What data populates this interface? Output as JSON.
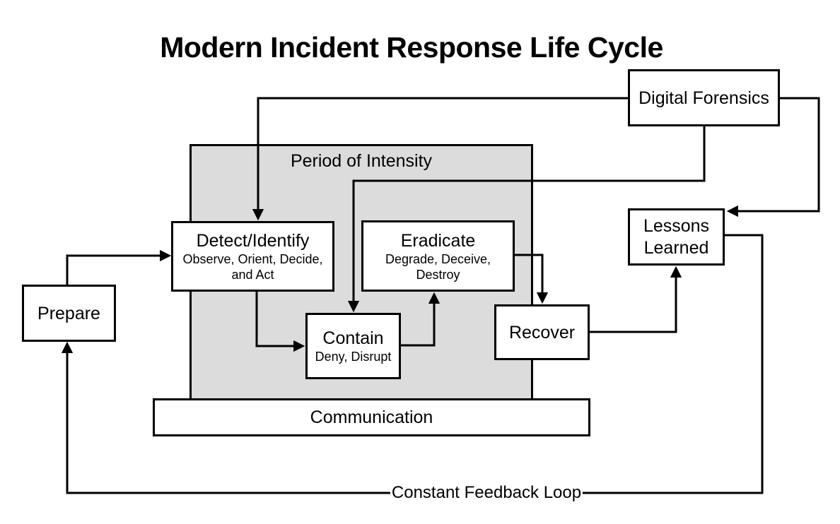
{
  "title": "Modern Incident Response Life Cycle",
  "colors": {
    "background": "#ffffff",
    "box_fill": "#ffffff",
    "intensity_zone_fill": "#dcdcdc",
    "line": "#000000",
    "text": "#000000"
  },
  "nodes": {
    "digital_forensics": {
      "label": "Digital Forensics"
    },
    "period_of_intensity": {
      "label": "Period of Intensity"
    },
    "detect": {
      "label": "Detect/Identify",
      "sub_line1": "Observe, Orient, Decide,",
      "sub_line2": "and Act"
    },
    "eradicate": {
      "label": "Eradicate",
      "sub_line1": "Degrade, Deceive,",
      "sub_line2": "Destroy"
    },
    "contain": {
      "label": "Contain",
      "sub_line1": "Deny, Disrupt"
    },
    "recover": {
      "label": "Recover"
    },
    "lessons_learned": {
      "line1": "Lessons",
      "line2": "Learned"
    },
    "prepare": {
      "label": "Prepare"
    },
    "communication": {
      "label": "Communication"
    }
  },
  "annotations": {
    "feedback_label": "Constant Feedback Loop"
  },
  "edges": [
    "Digital Forensics -> Detect/Identify",
    "Digital Forensics -> Contain",
    "Digital Forensics -> Lessons Learned",
    "Prepare -> Detect/Identify",
    "Detect/Identify -> Contain",
    "Contain -> Eradicate",
    "Eradicate -> Recover",
    "Recover -> Lessons Learned",
    "Lessons Learned -> Prepare (Constant Feedback Loop)"
  ]
}
